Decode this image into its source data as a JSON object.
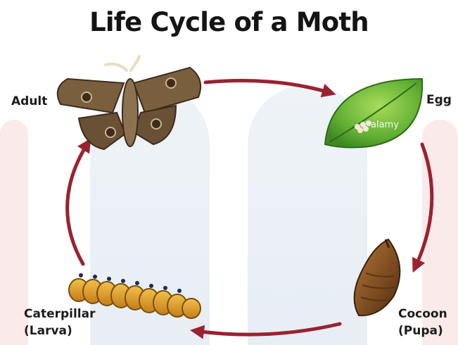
{
  "title": "Life Cycle of a Moth",
  "watermark": "alamy",
  "colors": {
    "arrow": "#9b2230",
    "leaf": "#6fbd3a",
    "moth": "#6e5538",
    "caterpillar": "#e1a42a",
    "cocoon": "#8a5525"
  },
  "stages": {
    "adult": {
      "label": "Adult"
    },
    "egg": {
      "label": "Egg"
    },
    "cocoon": {
      "label": "Cocoon",
      "sublabel": "(Pupa)"
    },
    "caterpillar": {
      "label": "Caterpillar",
      "sublabel": "(Larva)"
    }
  }
}
